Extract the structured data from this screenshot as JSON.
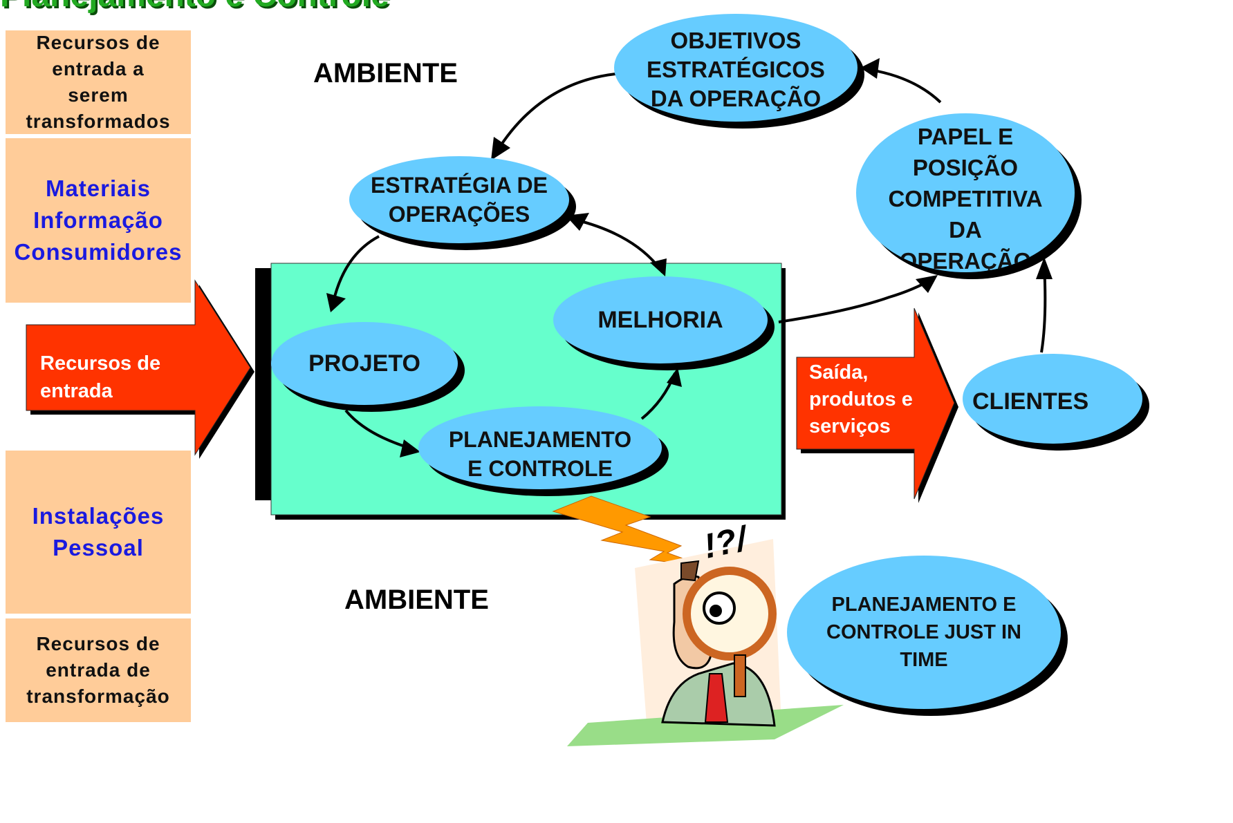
{
  "title": "Planejamento e Controle",
  "left_column": {
    "box1": [
      "Recursos de",
      "entrada a",
      "serem",
      "transformados"
    ],
    "box2": [
      "Materiais",
      "Informação",
      "Consumidores"
    ],
    "box3": [
      "Instalações",
      "Pessoal"
    ],
    "box4": [
      "Recursos de",
      "entrada de",
      "transformação"
    ]
  },
  "input_arrow": [
    "Recursos de",
    "entrada"
  ],
  "output_arrow": [
    "Saída,",
    "produtos e",
    "serviços"
  ],
  "environment_top": "AMBIENTE",
  "environment_bottom": "AMBIENTE",
  "nodes": {
    "objetivos": [
      "OBJETIVOS",
      "ESTRATÉGICOS",
      "DA OPERAÇÃO"
    ],
    "estrategia": [
      "ESTRATÉGIA DE",
      "OPERAÇÕES"
    ],
    "papel": [
      "PAPEL E",
      "POSIÇÃO",
      "COMPETITIVA",
      "DA",
      "OPERAÇÃO"
    ],
    "melhoria": [
      "MELHORIA"
    ],
    "projeto": [
      "PROJETO"
    ],
    "planejamento": [
      "PLANEJAMENTO",
      "E CONTROLE"
    ],
    "clientes": [
      "CLIENTES"
    ],
    "jit": [
      "PLANEJAMENTO E",
      "CONTROLE JUST IN",
      "TIME"
    ]
  },
  "clipart_text": "!?/",
  "colors": {
    "title": "#22aa22",
    "node_fill": "#66ccff",
    "operation_box": "#66ffcc",
    "arrows": "#ff3300",
    "resource_boxes": "#ffcc99",
    "resource_highlight": "#1a1adf",
    "lightning": "#ff9900"
  }
}
